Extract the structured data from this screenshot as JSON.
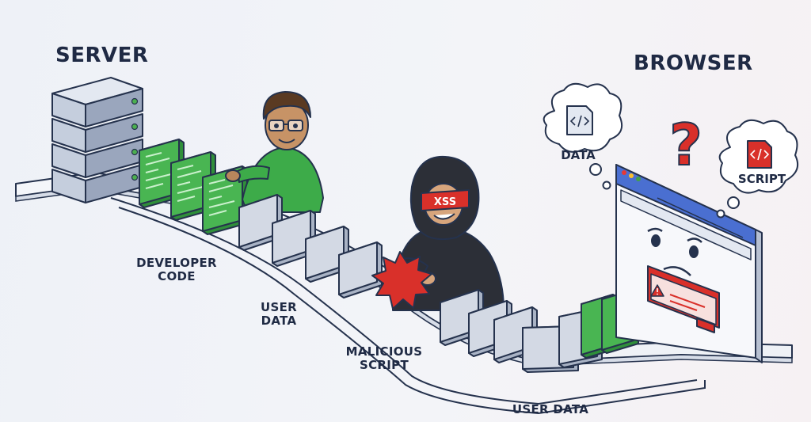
{
  "labels": {
    "server": "SERVER",
    "browser": "BROWSER",
    "developer_code": "DEVELOPER\nCODE",
    "user_data_1": "USER\nDATA",
    "malicious_script": "MALICIOUS\nSCRIPT",
    "user_data_2": "USER DATA"
  },
  "thought_bubbles": {
    "data": "DATA",
    "script": "SCRIPT",
    "question_mark": "?"
  },
  "hacker": {
    "mask_text": "XSS"
  },
  "icons": [
    "server-icon",
    "developer-icon",
    "hacker-icon",
    "browser-window-icon",
    "warning-icon",
    "code-file-icon",
    "question-mark-icon"
  ],
  "colors": {
    "code_green": "#3fae4a",
    "data_gray": "#cfd6e2",
    "malicious_red": "#d9302a",
    "outline": "#25324d",
    "browser_blue": "#4a6fd1"
  }
}
